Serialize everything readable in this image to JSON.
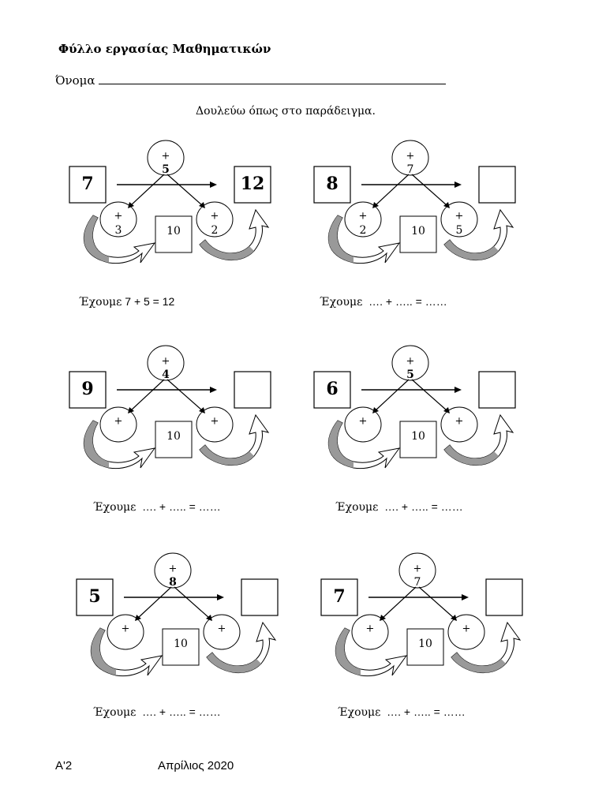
{
  "header": {
    "title": "Φύλλο εργασίας Μαθηματικών",
    "name_label": "Όνομα",
    "instruction": "Δουλεύω όπως στο παράδειγμα."
  },
  "exercises": [
    {
      "start": "7",
      "add": "5",
      "result": "12",
      "left": "3",
      "right": "2",
      "ten": "10",
      "plus": "+",
      "eq_word": "Έχουμε",
      "eq_text": " 7 + 5 = 12"
    },
    {
      "start": "8",
      "add": "7",
      "result": "",
      "left": "2",
      "right": "5",
      "ten": "10",
      "plus": "+",
      "eq_word": "Έχουμε",
      "eq_text": "  …. + ….. = ……"
    },
    {
      "start": "9",
      "add": "4",
      "result": "",
      "left": "",
      "right": "",
      "ten": "10",
      "plus": "+",
      "eq_word": "Έχουμε",
      "eq_text": "  …. + ….. = ……"
    },
    {
      "start": "6",
      "add": "5",
      "result": "",
      "left": "",
      "right": "",
      "ten": "10",
      "plus": "+",
      "eq_word": "Έχουμε",
      "eq_text": "  …. + ….. = ……"
    },
    {
      "start": "5",
      "add": "8",
      "result": "",
      "left": "",
      "right": "",
      "ten": "10",
      "plus": "+",
      "eq_word": "Έχουμε",
      "eq_text": "  …. + ….. = ……"
    },
    {
      "start": "7",
      "add": "7",
      "result": "",
      "left": "",
      "right": "",
      "ten": "10",
      "plus": "+",
      "eq_word": "Έχουμε",
      "eq_text": "  …. + ….. = ……"
    }
  ],
  "footer": {
    "class_label": "Α'2",
    "date": "Απρίλιος 2020"
  }
}
